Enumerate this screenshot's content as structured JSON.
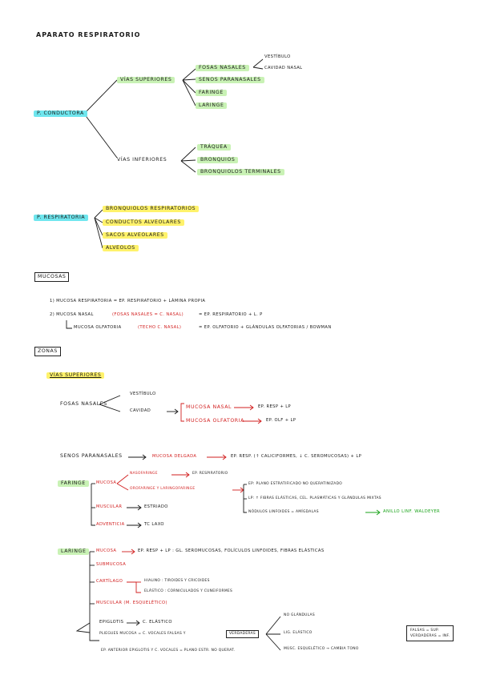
{
  "title": "APARATO RESPIRATORIO",
  "conductora": {
    "root": "P. CONDUCTORA",
    "superiores": "VÍAS SUPERIORES",
    "fosas": "FOSAS NASALES",
    "vestibulo": "VESTÍBULO",
    "cavidad": "CAVIDAD NASAL",
    "senos": "SENOS PARANASALES",
    "faringe": "FARINGE",
    "laringe": "LARINGE",
    "inferiores": "VÍAS INFERIORES",
    "traquea": "TRÁQUEA",
    "bronquios": "BRONQUIOS",
    "bronquiolos": "BRONQUIOLOS TERMINALES"
  },
  "respiratoria": {
    "root": "P. RESPIRATORIA",
    "items": [
      "BRONQUIOLOS RESPIRATORIOS",
      "CONDUCTOS ALVEOLARES",
      "SACOS ALVEOLARES",
      "ALVEOLOS"
    ]
  },
  "mucosas": {
    "heading": "MUCOSAS",
    "l1": "1) MUCOSA RESPIRATORIA = EP. RESPIRATORIO + LÁMINA PROPIA",
    "l2a": "2) MUCOSA NASAL",
    "l2b": "(FOSAS NASALES = C. NASAL)",
    "l2c": "= EP. RESPIRATORIO + L. P",
    "l3a": "MUCOSA OLFATORIA",
    "l3b": "(TECHO C. NASAL)",
    "l3c": "= EP. OLFATORIO + GLÁNDULAS OLFATORIAS / BOWMAN"
  },
  "zonas": {
    "heading": "ZONAS",
    "vias": "VÍAS SUPERIORES",
    "fosas": "FOSAS NASALES",
    "vestibulo": "VESTÍBULO",
    "cavidad": "CAVIDAD",
    "mnasal": "MUCOSA NASAL",
    "mnasal_r": "EP. RESP + LP",
    "molf": "MUCOSA OLFATORIA",
    "molf_r": "EP. OLF + LP",
    "senos": "SENOS PARANASALES",
    "senos_m": "MUCOSA DELGADA",
    "senos_r": "EP. RESP. (↑ CALICIFORMES, ↓ C. SEROMUCOSAS) + LP",
    "faringe": "FARINGE",
    "f_mucosa": "MUCOSA",
    "naso": "NASOFARINGE",
    "naso_r": "EP. RESPIRATORIO",
    "oro": "OROFARINGE Y LARINGOFARINGE",
    "oro_r1": "EP: PLANO ESTRATIFICADO NO QUERATINIZADO",
    "oro_r2": "LP: ↑ FIBRAS ELÁSTICAS, CEL. PLASMÁTICAS Y GLÁNDULAS MIXTAS",
    "oro_r3a": "NÓDULOS LINFOIDES = AMÍGDALAS",
    "oro_r3b": "ANILLO LINF. WALDEYER",
    "f_muscular": "MUSCULAR",
    "f_muscular_r": "ESTRIADO",
    "f_adv": "ADVENTICIA",
    "f_adv_r": "TC LAXO",
    "laringe": "LARINGE",
    "l_mucosa": "MUCOSA",
    "l_mucosa_r": "EP. RESP + LP : GL. SEROMUCOSAS, FOLÍCULOS LINFOIDES, FIBRAS ELÁSTICAS",
    "l_submucosa": "SUBMUCOSA",
    "l_cartilago": "CARTÍLAGO",
    "hialino": "HIALINO : TIROIDES Y CRICOIDES",
    "elastico": "ELÁSTICO : CORNICULADOS Y CUNEIFORMES",
    "l_muscular": "MUSCULAR (M. ESQUELÉTICO)",
    "epiglotis": "EPIGLOTIS",
    "epiglotis_r": "C. ELÁSTICO",
    "pliegues": "PLIEGUES MUCOSA = C. VOCALES FALSAS Y",
    "verdaderas": "VERDADERAS",
    "v1": "NO GLÁNDULAS",
    "v2": "LIG. ELÁSTICO",
    "v3": "MÚSC. ESQUELÉTICO → CAMBIA TONO",
    "ep_ant": "EP. ANTERIOR EPIGLOTIS Y C. VOCALES = PLANO ESTR. NO QUERAT.",
    "note1": "FALSAS = SUP.",
    "note2": "VERDADERAS = INF."
  }
}
